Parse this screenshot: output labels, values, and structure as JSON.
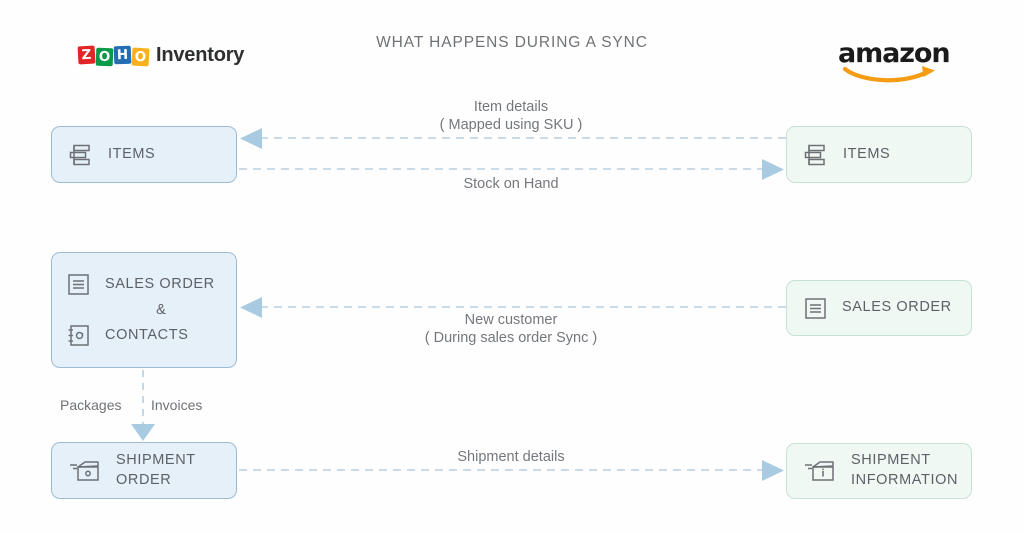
{
  "header": {
    "title": "WHAT HAPPENS DURING A SYNC",
    "left_brand": {
      "tiles": [
        "Z",
        "O",
        "H",
        "O"
      ],
      "word": "Inventory",
      "colors": [
        "#e42527",
        "#089949",
        "#226db4",
        "#f9b21d"
      ]
    },
    "right_brand": {
      "word": "amazon",
      "smile_color": "#f59b14"
    }
  },
  "theme": {
    "left_fill": "#e5f0f8",
    "left_border": "#9dbcd4",
    "right_fill": "#f0f8f4",
    "right_border": "#c6e2d5",
    "arrow_color": "#a9cbe2",
    "line_color": "#b8cfdf",
    "text_color": "#74787d"
  },
  "nodes": {
    "left": [
      {
        "id": "items",
        "label": "ITEMS",
        "icon": "items-list-icon"
      },
      {
        "id": "sales_contacts",
        "label_1": "SALES ORDER",
        "label_amp": "&",
        "label_2": "CONTACTS",
        "icon_1": "document-icon",
        "icon_2": "contacts-book-icon"
      },
      {
        "id": "shipment_order",
        "label": "SHIPMENT\nORDER",
        "icon": "shipment-box-icon"
      }
    ],
    "right": [
      {
        "id": "items",
        "label": "ITEMS",
        "icon": "items-list-icon"
      },
      {
        "id": "sales_order",
        "label": "SALES ORDER",
        "icon": "document-icon"
      },
      {
        "id": "shipment_info",
        "label": "SHIPMENT\nINFORMATION",
        "icon": "shipment-info-icon"
      }
    ]
  },
  "connectors": [
    {
      "id": "item-details",
      "text": "Item details\n( Mapped using SKU )",
      "direction": "right-to-left"
    },
    {
      "id": "stock-on-hand",
      "text": "Stock on Hand",
      "direction": "left-to-right"
    },
    {
      "id": "new-customer",
      "text": "New customer\n( During sales order Sync )",
      "direction": "right-to-left"
    },
    {
      "id": "shipment-details",
      "text": "Shipment details",
      "direction": "left-to-right"
    }
  ],
  "vertical_connector": {
    "left_label": "Packages",
    "right_label": "Invoices"
  }
}
